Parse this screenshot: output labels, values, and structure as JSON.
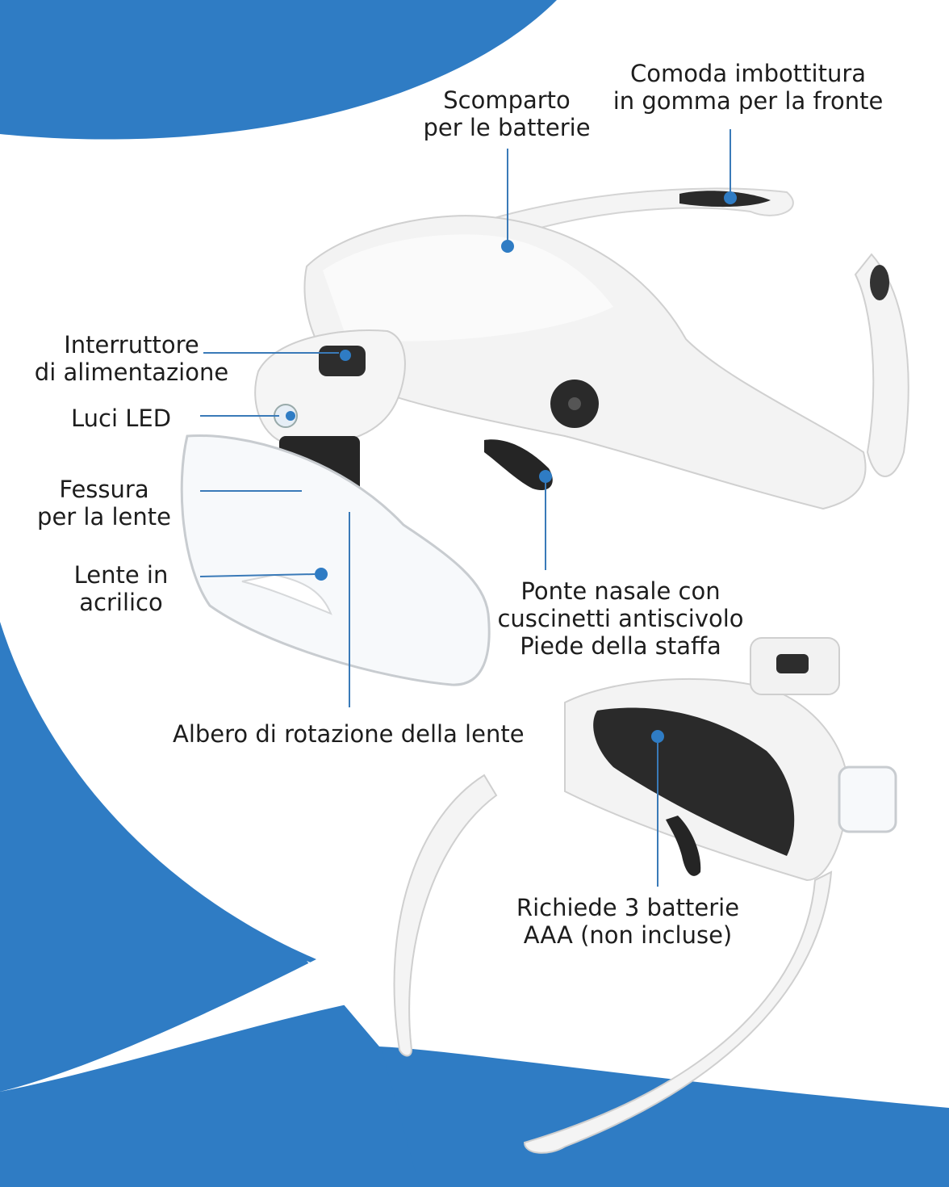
{
  "colors": {
    "accent_blue": "#2f7cc4",
    "callout_line": "#3a7ab8",
    "device_white": "#f2f2f2",
    "device_shadow": "#d6d6d6",
    "rubber_dark": "#2a2a2a"
  },
  "labels": {
    "battery_compartment": {
      "line1": "Scomparto",
      "line2": "per le batterie"
    },
    "forehead_padding": {
      "line1": "Comoda imbottitura",
      "line2": "in gomma per la fronte"
    },
    "power_switch": {
      "line1": "Interruttore",
      "line2": "di alimentazione"
    },
    "led_lights": {
      "line1": "Luci LED"
    },
    "lens_slot": {
      "line1": "Fessura",
      "line2": "per la lente"
    },
    "acrylic_lens": {
      "line1": "Lente in",
      "line2": "acrilico"
    },
    "nose_bridge": {
      "line1": "Ponte nasale con",
      "line2": "cuscinetti antiscivolo",
      "line3": "Piede della staffa"
    },
    "rotation_shaft": {
      "line1": "Albero di rotazione della lente"
    },
    "batteries_required": {
      "line1": "Richiede 3 batterie",
      "line2": "AAA (non incluse)"
    }
  }
}
